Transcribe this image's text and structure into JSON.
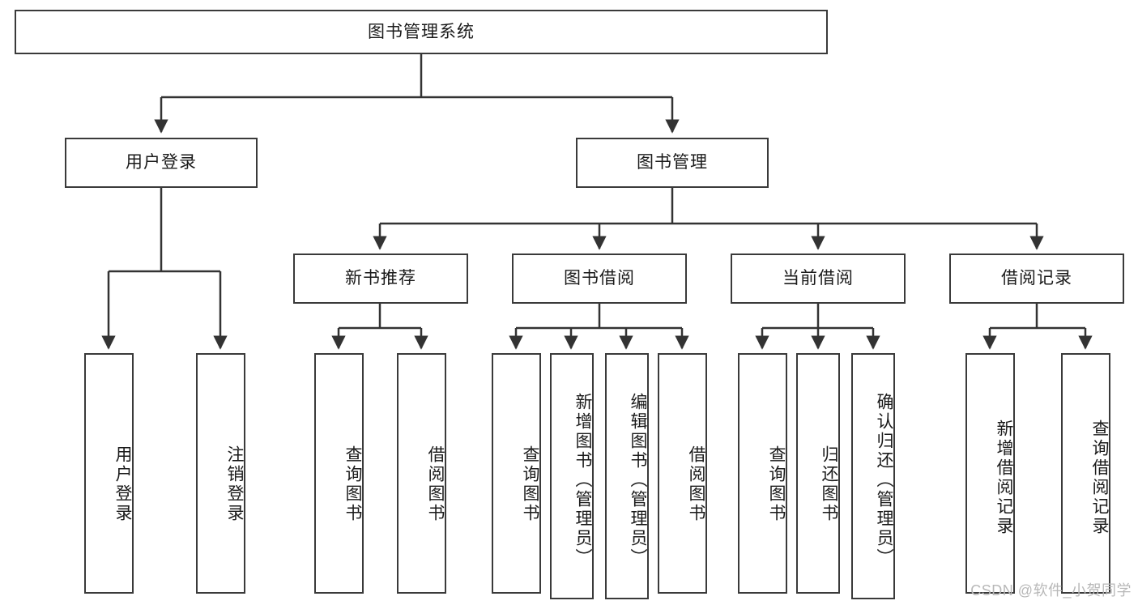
{
  "diagram": {
    "type": "tree-hierarchy",
    "title": "图书管理系统",
    "watermark": "CSDN @软件_小贺同学",
    "colors": {
      "box_border": "#3a3a3a",
      "box_fill": "#ffffff",
      "connector": "#333333",
      "text": "#1a1a1a",
      "watermark": "#b8b8b8",
      "background": "#ffffff"
    },
    "nodes": {
      "root": {
        "label": "图书管理系统"
      },
      "level2": [
        {
          "id": "user-login",
          "label": "用户登录"
        },
        {
          "id": "book-manage",
          "label": "图书管理"
        }
      ],
      "level3": [
        {
          "id": "new-book-recommend",
          "label": "新书推荐"
        },
        {
          "id": "book-borrow",
          "label": "图书借阅"
        },
        {
          "id": "current-borrow",
          "label": "当前借阅"
        },
        {
          "id": "borrow-record",
          "label": "借阅记录"
        }
      ],
      "leaves": {
        "user-login": [
          {
            "id": "leaf-user-login",
            "label": "用户登录"
          },
          {
            "id": "leaf-logout-login",
            "label": "注销登录"
          }
        ],
        "new-book-recommend": [
          {
            "id": "leaf-query-book-1",
            "label": "查询图书"
          },
          {
            "id": "leaf-borrow-book-1",
            "label": "借阅图书"
          }
        ],
        "book-borrow": [
          {
            "id": "leaf-query-book-2",
            "label": "查询图书"
          },
          {
            "id": "leaf-add-book",
            "label": "新增图书（管理员）"
          },
          {
            "id": "leaf-edit-book",
            "label": "编辑图书（管理员）"
          },
          {
            "id": "leaf-borrow-book-2",
            "label": "借阅图书"
          }
        ],
        "current-borrow": [
          {
            "id": "leaf-query-book-3",
            "label": "查询图书"
          },
          {
            "id": "leaf-return-book",
            "label": "归还图书"
          },
          {
            "id": "leaf-confirm-return",
            "label": "确认归还（管理员）"
          }
        ],
        "borrow-record": [
          {
            "id": "leaf-add-record",
            "label": "新增借阅记录"
          },
          {
            "id": "leaf-query-record",
            "label": "查询借阅记录"
          }
        ]
      }
    }
  }
}
